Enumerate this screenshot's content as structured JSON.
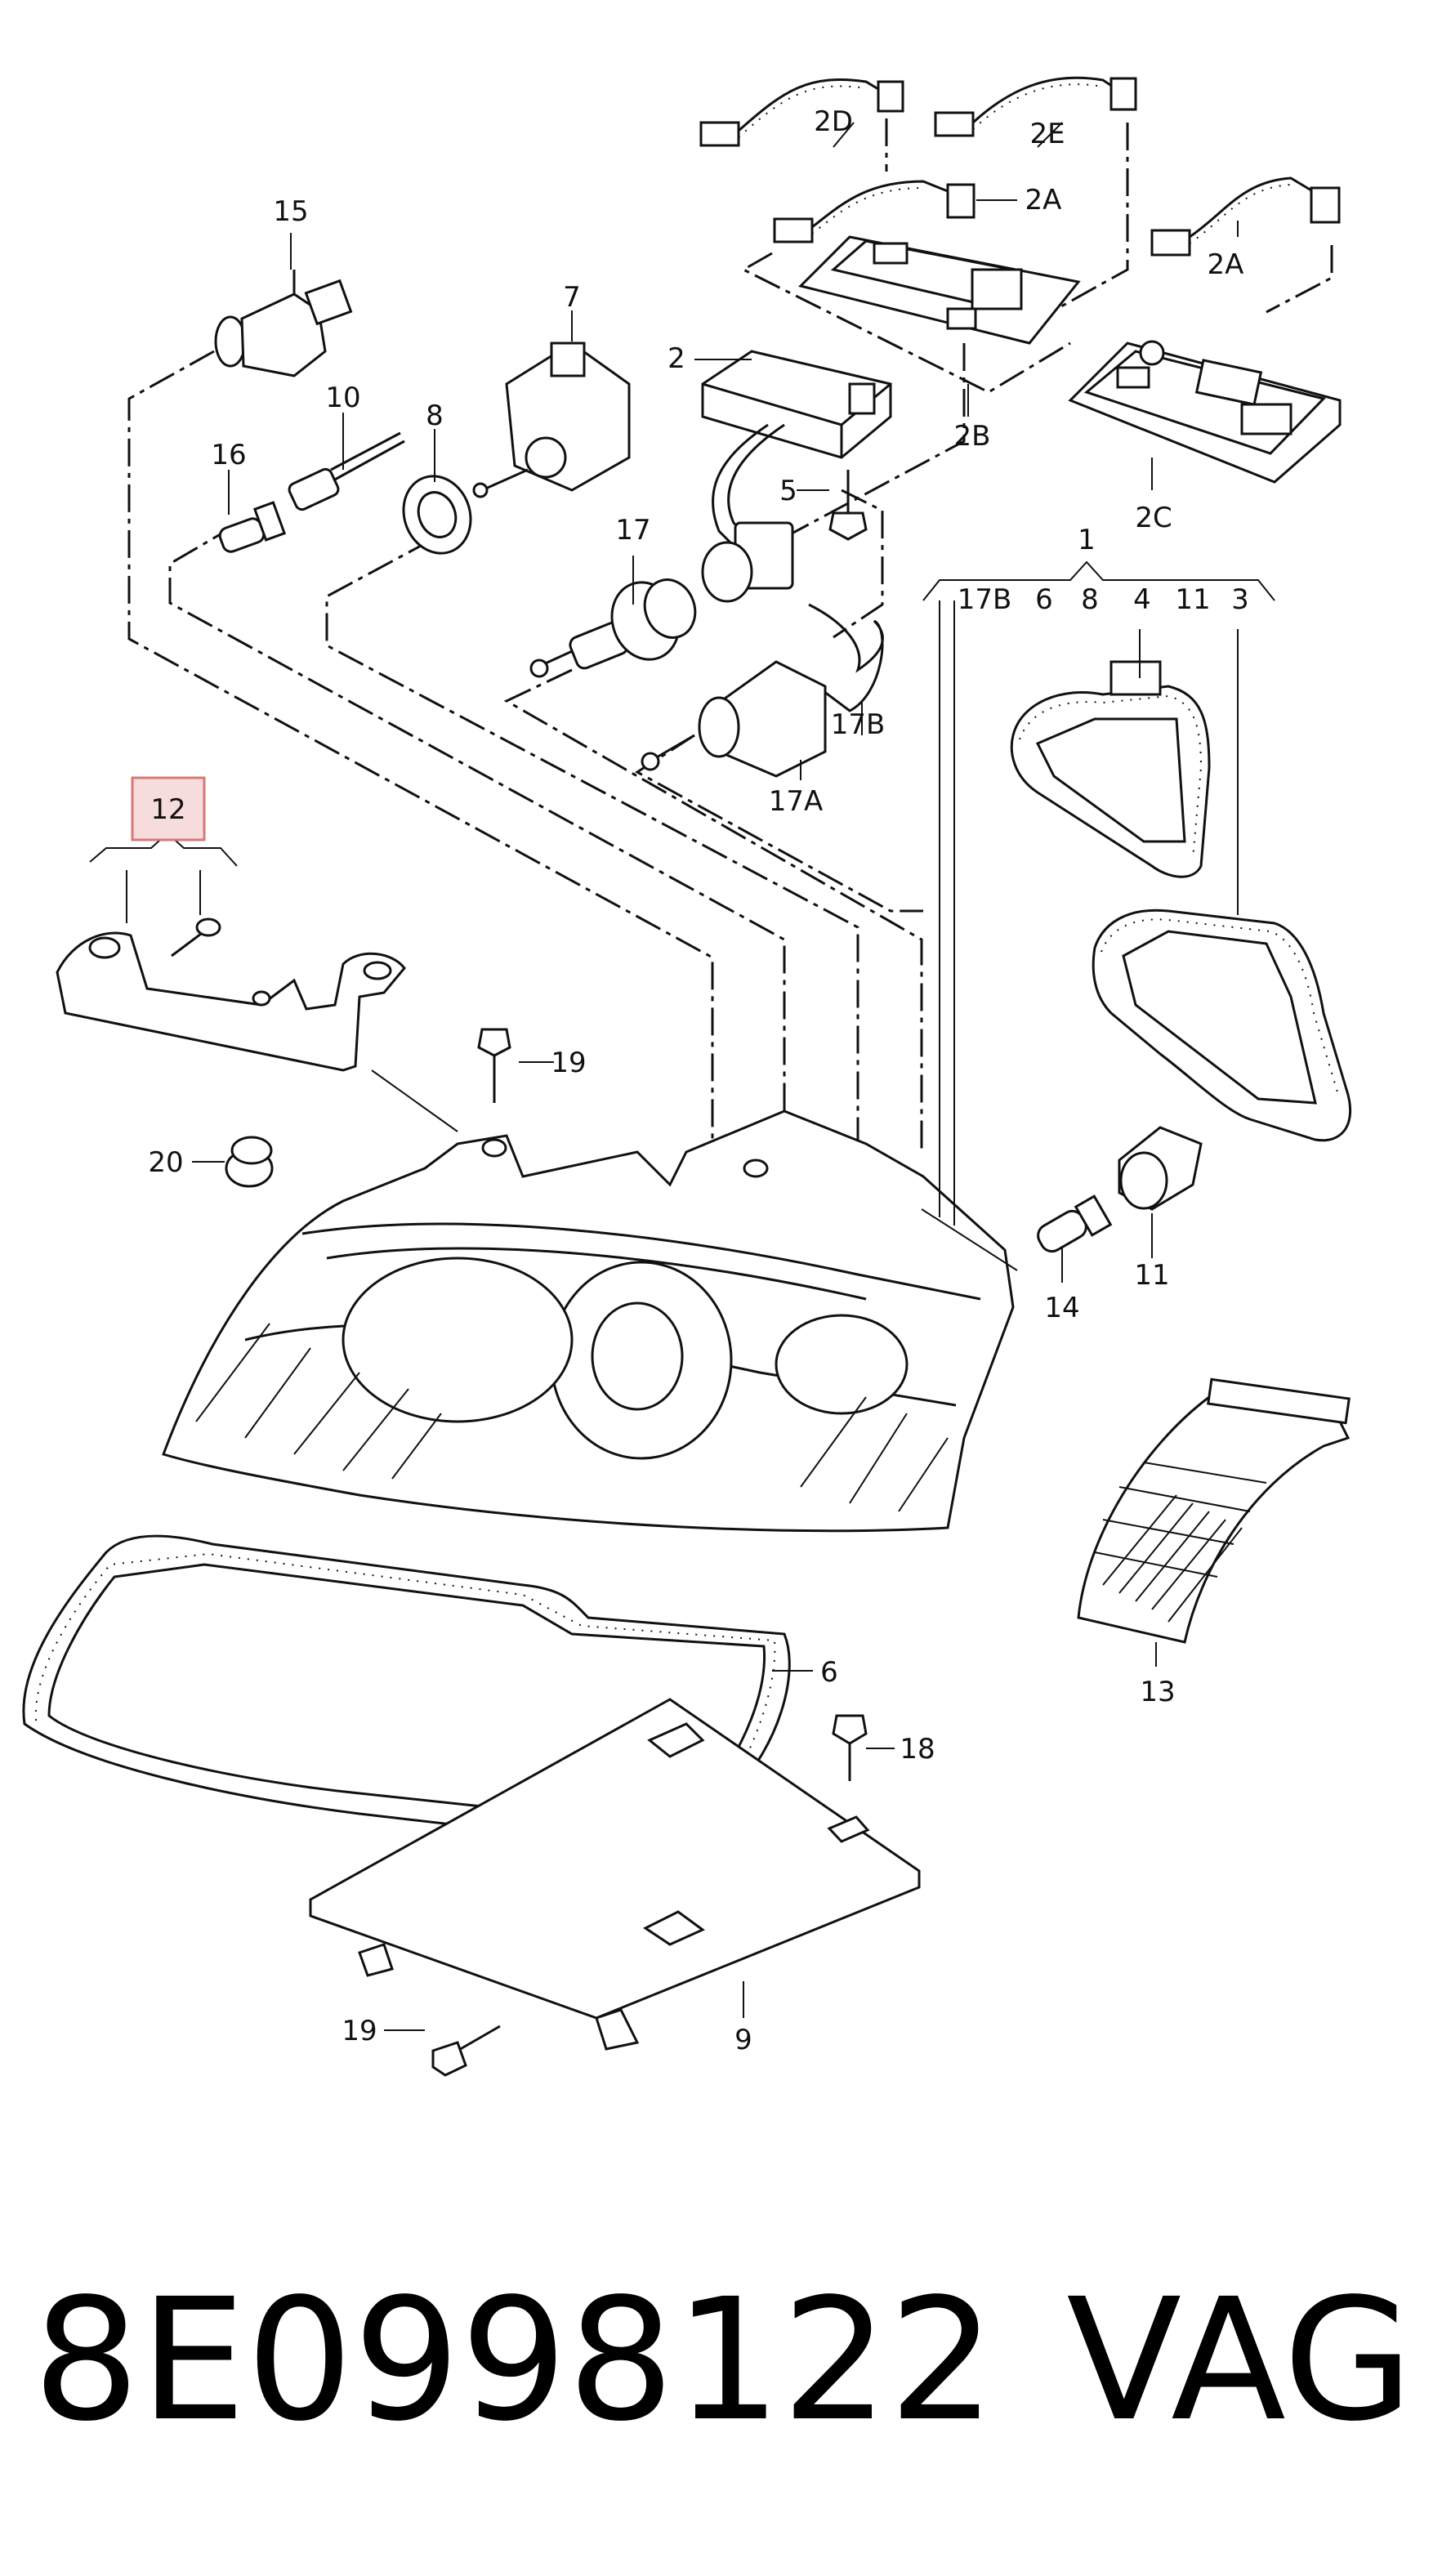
{
  "labels": {
    "l15": "15",
    "l7": "7",
    "l10": "10",
    "l8": "8",
    "l16": "16",
    "l2": "2",
    "l5": "5",
    "l17": "17",
    "l17b": "17B",
    "l17a": "17A",
    "l2d": "2D",
    "l2e": "2E",
    "l2a_top": "2A",
    "l2a_right": "2A",
    "l2b": "2B",
    "l2c": "2C",
    "l1": "1",
    "l17b_group": "17B",
    "l6_group": "6",
    "l8_group": "8",
    "l4": "4",
    "l11_group": "11",
    "l3": "3",
    "l12": "12",
    "l19_top": "19",
    "l20": "20",
    "l14": "14",
    "l11": "11",
    "l6": "6",
    "l18": "18",
    "l13": "13",
    "l19_bottom": "19",
    "l9": "9"
  },
  "part_number": "8E0998122",
  "brand": "VAG",
  "colors": {
    "highlight_fill": "#f6dcdc",
    "highlight_stroke": "#d87878"
  }
}
